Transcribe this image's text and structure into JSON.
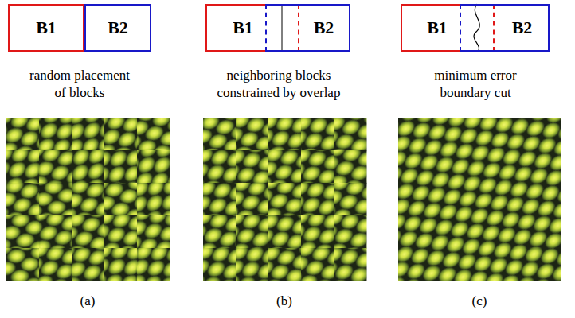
{
  "diagram": {
    "nodes": [
      {
        "text": [
          "B1"
        ]
      },
      {
        "text": [
          "B2"
        ]
      },
      {
        "text": [
          "B1"
        ]
      },
      {
        "text": [
          "B2"
        ]
      },
      {
        "text": [
          "B1"
        ]
      },
      {
        "text": [
          "B2"
        ]
      }
    ],
    "labels": [
      "random placement of blocks",
      "neighboring blocks constrained by overlap",
      "minimum error boundary cut",
      "(a)",
      "(b)",
      "(c)"
    ]
  }
}
